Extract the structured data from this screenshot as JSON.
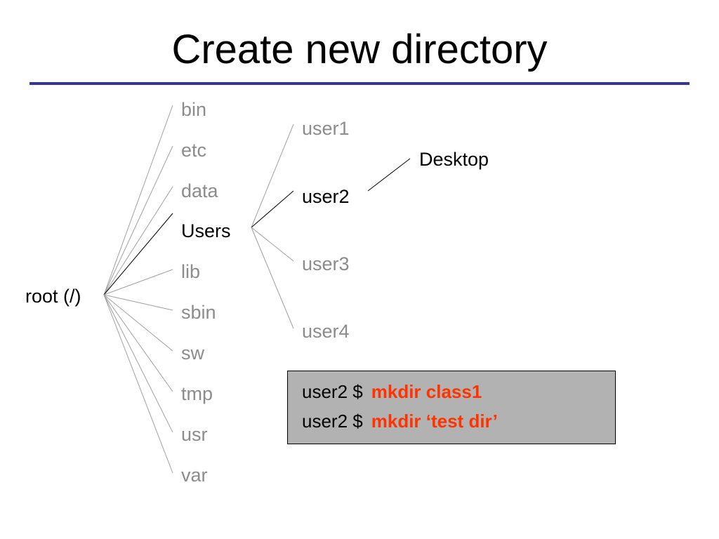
{
  "title": "Create new directory",
  "colors": {
    "rule": "#3333aa",
    "dim_text": "#8c8c8c",
    "active_text": "#000000",
    "command": "#ff3300",
    "terminal_bg": "#b2b2b2"
  },
  "tree": {
    "root": "root (/)",
    "root_children": [
      "bin",
      "etc",
      "data",
      "Users",
      "lib",
      "sbin",
      "sw",
      "tmp",
      "usr",
      "var"
    ],
    "users_children": [
      "user1",
      "user2",
      "user3",
      "user4"
    ],
    "user2_children": [
      "Desktop"
    ],
    "highlighted_path": [
      "root (/)",
      "Users",
      "user2",
      "Desktop"
    ]
  },
  "terminal": {
    "lines": [
      {
        "prompt": "user2 $",
        "command": "mkdir class1"
      },
      {
        "prompt": "user2 $",
        "command": "mkdir ‘test dir’"
      }
    ]
  }
}
